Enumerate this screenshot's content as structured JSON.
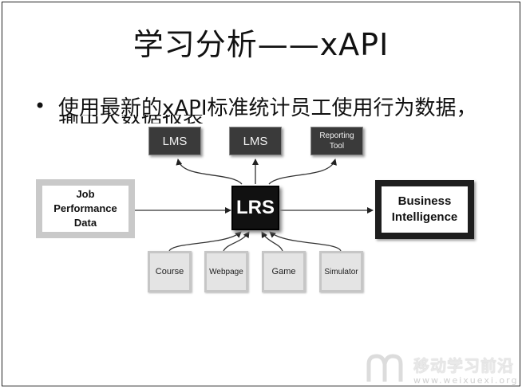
{
  "slide": {
    "title": "学习分析——xAPI",
    "bullet": "使用最新的xAPI标准统计员工使用行为数据，",
    "bullet_line2": "输出大数据报表"
  },
  "diagram": {
    "outputs": [
      {
        "label": "LMS"
      },
      {
        "label": "LMS"
      },
      {
        "label": "Reporting Tool"
      }
    ],
    "input": {
      "label": "Job Performance Data"
    },
    "center": {
      "label": "LRS"
    },
    "output_main": {
      "label": "Business Intelligence"
    },
    "sources": [
      {
        "label": "Course"
      },
      {
        "label": "Webpage"
      },
      {
        "label": "Game"
      },
      {
        "label": "Simulator"
      }
    ]
  },
  "watermark": {
    "name": "移动学习前沿",
    "url": "www.weixuexi.org"
  }
}
